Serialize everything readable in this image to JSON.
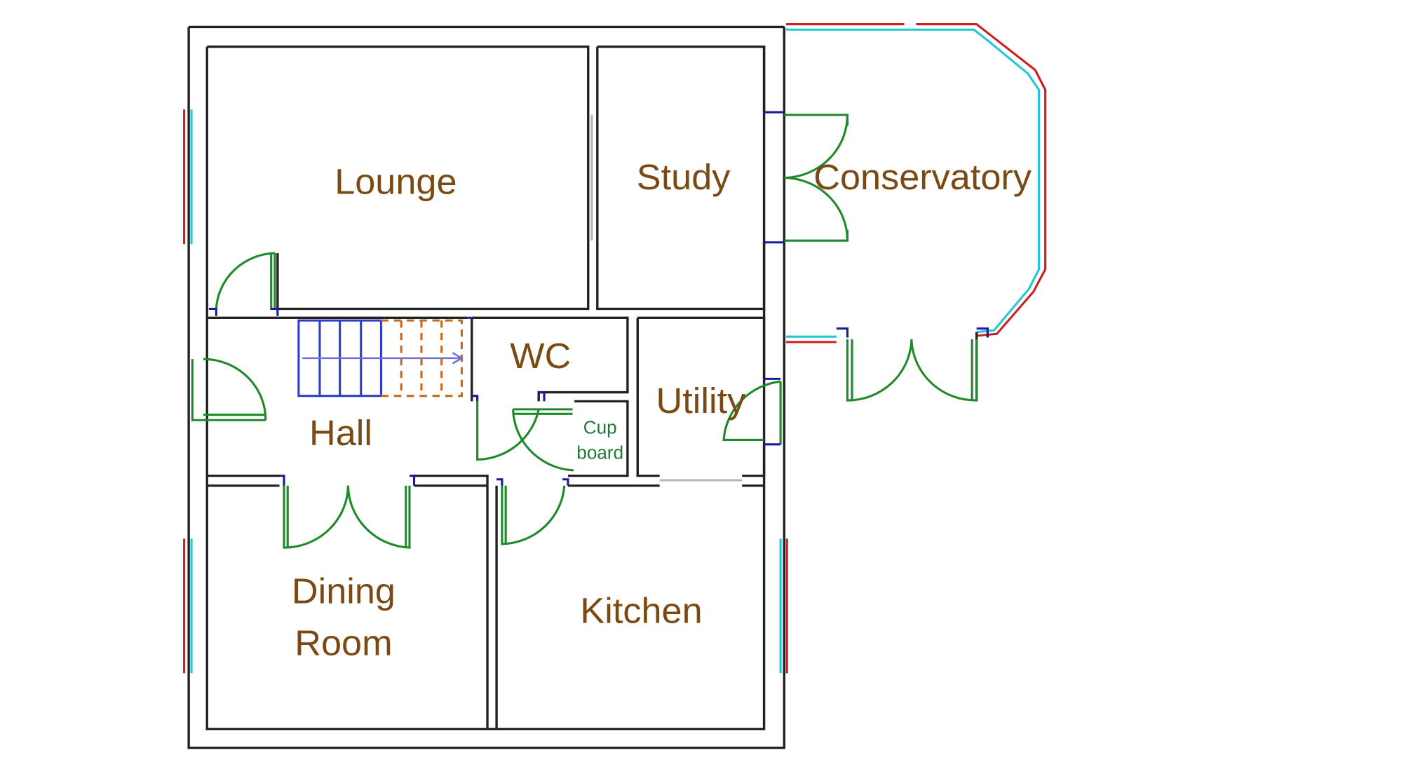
{
  "plan": {
    "rooms": [
      {
        "key": "lounge",
        "label": "Lounge"
      },
      {
        "key": "study",
        "label": "Study"
      },
      {
        "key": "conservatory",
        "label": "Conservatory"
      },
      {
        "key": "wc",
        "label": "WC"
      },
      {
        "key": "utility",
        "label": "Utility"
      },
      {
        "key": "hall",
        "label": "Hall"
      },
      {
        "key": "dining",
        "label": "Dining",
        "label2": "Room"
      },
      {
        "key": "kitchen",
        "label": "Kitchen"
      },
      {
        "key": "cupboard",
        "label": "Cup",
        "label2": "board"
      }
    ],
    "colors": {
      "walls": "#222222",
      "room_text": "#7a4a12",
      "doors": "#1f8a2a",
      "windows_outer": "#cc2020",
      "windows_inner": "#22c8d8",
      "stairs_lower": "#2e3ec8",
      "stairs_upper": "#c86a1a"
    }
  }
}
